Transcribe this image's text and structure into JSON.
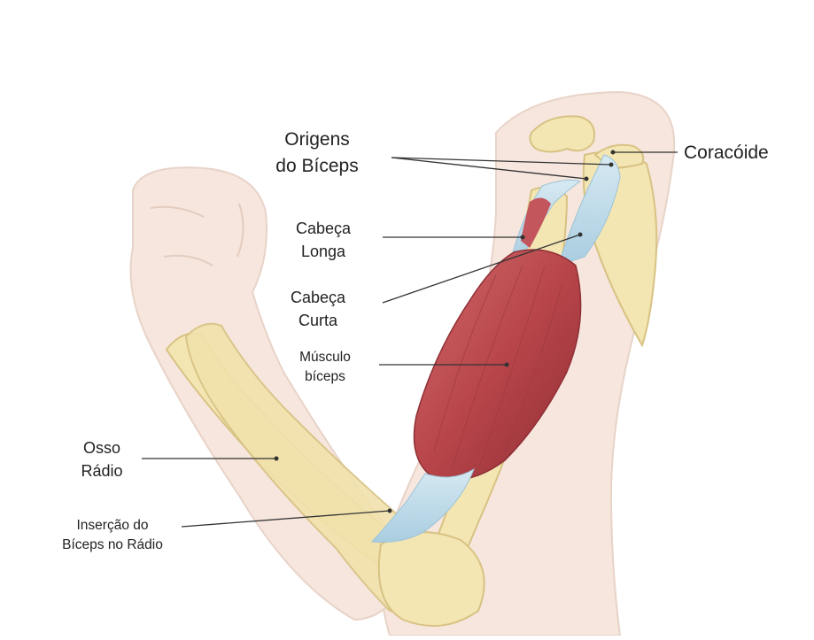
{
  "labels": {
    "origins": {
      "line1": "Origens",
      "line2": "do Bíceps"
    },
    "coracoid": "Coracóide",
    "long_head": {
      "line1": "Cabeça",
      "line2": "Longa"
    },
    "short_head": {
      "line1": "Cabeça",
      "line2": "Curta"
    },
    "biceps_muscle": {
      "line1": "Músculo",
      "line2": "bíceps"
    },
    "radius_bone": {
      "line1": "Osso",
      "line2": "Rádio"
    },
    "insertion": {
      "line1": "Inserção do",
      "line2": "Bíceps no Rádio"
    }
  },
  "colors": {
    "skin": "#f6e6dd",
    "skin_outline": "#e6cfc3",
    "bone": "#f3e6b3",
    "bone_outline": "#d8c283",
    "muscle": "#b8454a",
    "muscle_dark": "#8f2f35",
    "tendon": "#bcd8e6",
    "leader_line": "#333333"
  }
}
